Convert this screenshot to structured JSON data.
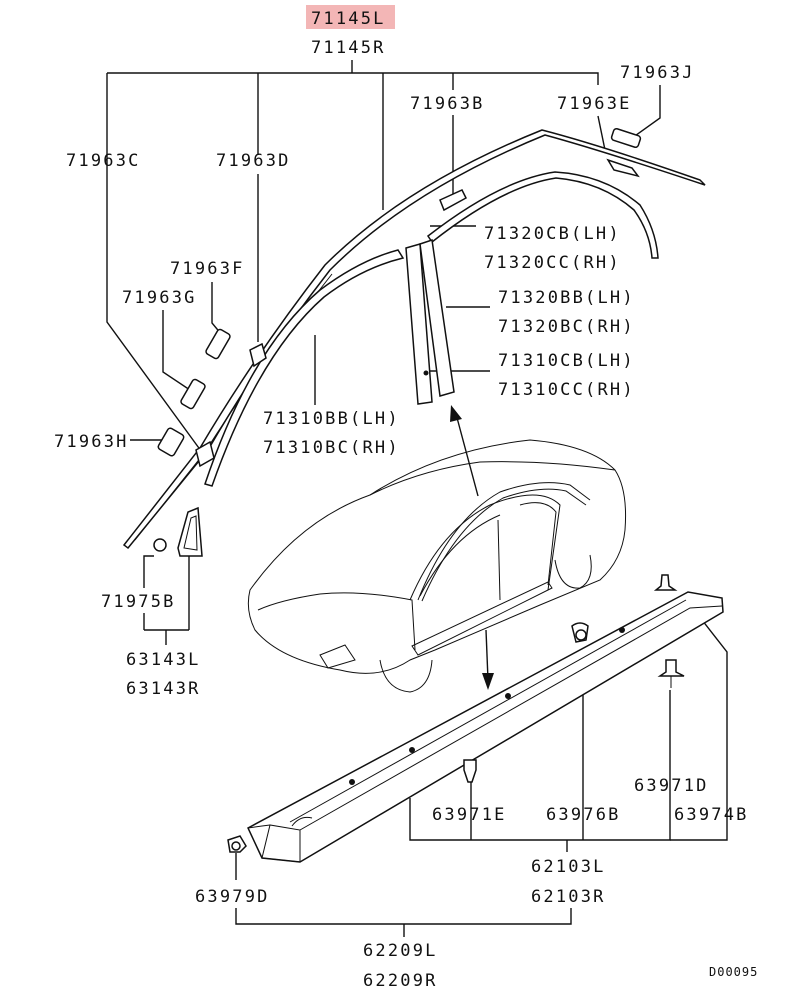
{
  "colors": {
    "highlight": "#f3b6b6",
    "ink": "#111111",
    "background": "#ffffff"
  },
  "labels": {
    "p71145L": "71145L",
    "p71145R": "71145R",
    "p71963J": "71963J",
    "p71963B": "71963B",
    "p71963E": "71963E",
    "p71963C": "71963C",
    "p71963D": "71963D",
    "p71320CB": "71320CB(LH)",
    "p71320CC": "71320CC(RH)",
    "p71963F": "71963F",
    "p71963G": "71963G",
    "p71320BB": "71320BB(LH)",
    "p71320BC": "71320BC(RH)",
    "p71310CB": "71310CB(LH)",
    "p71310CC": "71310CC(RH)",
    "p71963H": "71963H",
    "p71310BB": "71310BB(LH)",
    "p71310BC": "71310BC(RH)",
    "p71975B": "71975B",
    "p63143L": "63143L",
    "p63143R": "63143R",
    "p63971D": "63971D",
    "p63971E": "63971E",
    "p63976B": "63976B",
    "p63974B": "63974B",
    "p62103L": "62103L",
    "p62103R": "62103R",
    "p63979D": "63979D",
    "p62209L": "62209L",
    "p62209R": "62209R",
    "ref": "D00095"
  }
}
